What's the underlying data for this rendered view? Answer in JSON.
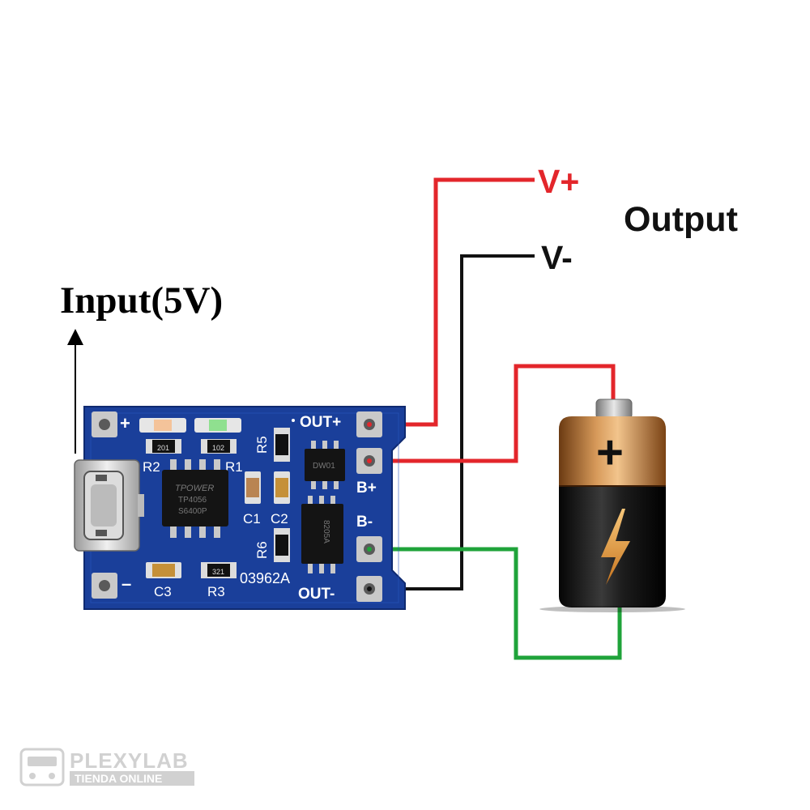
{
  "labels": {
    "input": "Input(5V)",
    "v_plus": "V+",
    "v_minus": "V-",
    "output": "Output"
  },
  "board": {
    "pad_labels": {
      "out_plus": "OUT+",
      "b_plus": "B+",
      "b_minus": "B-",
      "out_minus": "OUT-",
      "in_plus": "+",
      "in_minus": "–"
    },
    "silkscreen": {
      "r1": "R1",
      "r2": "R2",
      "r3": "R3",
      "r5": "R5",
      "r6": "R6",
      "c1": "C1",
      "c2": "C2",
      "c3": "C3",
      "board_id": "03962A"
    },
    "chip_text": {
      "main_line1": "TPOWER",
      "main_line2": "TP4056",
      "main_line3": "S6400P",
      "mosfet": "8205A",
      "protect": "DW01",
      "res_201": "201",
      "res_102": "102",
      "res_321": "321"
    }
  },
  "battery": {
    "plus_symbol": "+"
  },
  "watermark": {
    "brand": "PLEXYLAB",
    "tagline": "TIENDA ONLINE"
  },
  "colors": {
    "pcb": "#1a3f9a",
    "wire_red": "#e3262b",
    "wire_black": "#111111",
    "wire_green": "#1fa33a",
    "label_red": "#e3262b"
  }
}
